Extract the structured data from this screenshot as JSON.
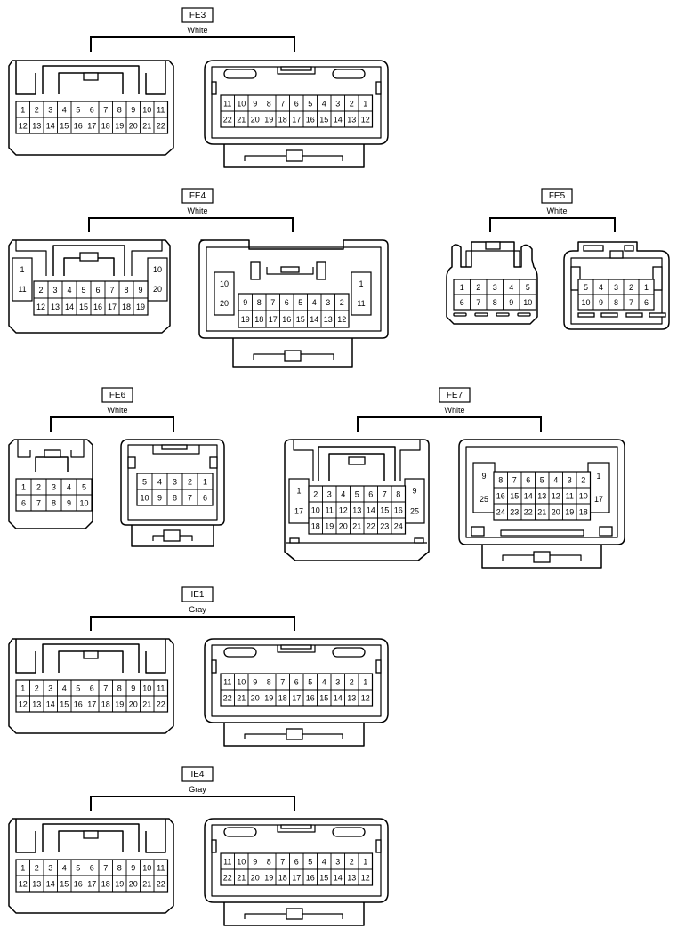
{
  "groups": [
    {
      "label": "FE3",
      "color": "White",
      "lt": "f22",
      "rt": "m22"
    },
    {
      "label": "FE4",
      "color": "White",
      "lt": "f20",
      "rt": "m20"
    },
    {
      "label": "FE5",
      "color": "White",
      "lt": "f10",
      "rt": "m10"
    },
    {
      "label": "FE6",
      "color": "White",
      "lt": "f10",
      "rt": "m10"
    },
    {
      "label": "FE7",
      "color": "White",
      "lt": "f25",
      "rt": "m25"
    },
    {
      "label": "IE1",
      "color": "Gray",
      "lt": "f22",
      "rt": "m22"
    },
    {
      "label": "IE4",
      "color": "Gray",
      "lt": "f22",
      "rt": "m22"
    }
  ],
  "pins": {
    "f22": [
      [
        "1",
        "2",
        "3",
        "4",
        "5",
        "6",
        "7",
        "8",
        "9",
        "10",
        "11"
      ],
      [
        "12",
        "13",
        "14",
        "15",
        "16",
        "17",
        "18",
        "19",
        "20",
        "21",
        "22"
      ]
    ],
    "m22": [
      [
        "11",
        "10",
        "9",
        "8",
        "7",
        "6",
        "5",
        "4",
        "3",
        "2",
        "1"
      ],
      [
        "22",
        "21",
        "20",
        "19",
        "18",
        "17",
        "16",
        "15",
        "14",
        "13",
        "12"
      ]
    ],
    "f20": {
      "left": [
        "1",
        "11"
      ],
      "right": [
        "10",
        "20"
      ],
      "grid": [
        [
          "2",
          "3",
          "4",
          "5",
          "6",
          "7",
          "8",
          "9"
        ],
        [
          "12",
          "13",
          "14",
          "15",
          "16",
          "17",
          "18",
          "19"
        ]
      ]
    },
    "m20": {
      "left": [
        "10",
        "20"
      ],
      "right": [
        "1",
        "11"
      ],
      "grid": [
        [
          "9",
          "8",
          "7",
          "6",
          "5",
          "4",
          "3",
          "2"
        ],
        [
          "19",
          "18",
          "17",
          "16",
          "15",
          "14",
          "13",
          "12"
        ]
      ]
    },
    "f10": [
      [
        "1",
        "2",
        "3",
        "4",
        "5"
      ],
      [
        "6",
        "7",
        "8",
        "9",
        "10"
      ]
    ],
    "m10": [
      [
        "5",
        "4",
        "3",
        "2",
        "1"
      ],
      [
        "10",
        "9",
        "8",
        "7",
        "6"
      ]
    ],
    "f25": {
      "left": [
        "1",
        "17"
      ],
      "right": [
        "9",
        "25"
      ],
      "grid": [
        [
          "2",
          "3",
          "4",
          "5",
          "6",
          "7",
          "8"
        ],
        [
          "10",
          "11",
          "12",
          "13",
          "14",
          "15",
          "16"
        ],
        [
          "18",
          "19",
          "20",
          "21",
          "22",
          "23",
          "24"
        ]
      ]
    },
    "m25": {
      "left": [
        "9",
        "25"
      ],
      "right": [
        "1",
        "17"
      ],
      "grid": [
        [
          "8",
          "7",
          "6",
          "5",
          "4",
          "3",
          "2"
        ],
        [
          "16",
          "15",
          "14",
          "13",
          "12",
          "11",
          "10"
        ],
        [
          "24",
          "23",
          "22",
          "21",
          "20",
          "19",
          "18"
        ]
      ]
    }
  }
}
